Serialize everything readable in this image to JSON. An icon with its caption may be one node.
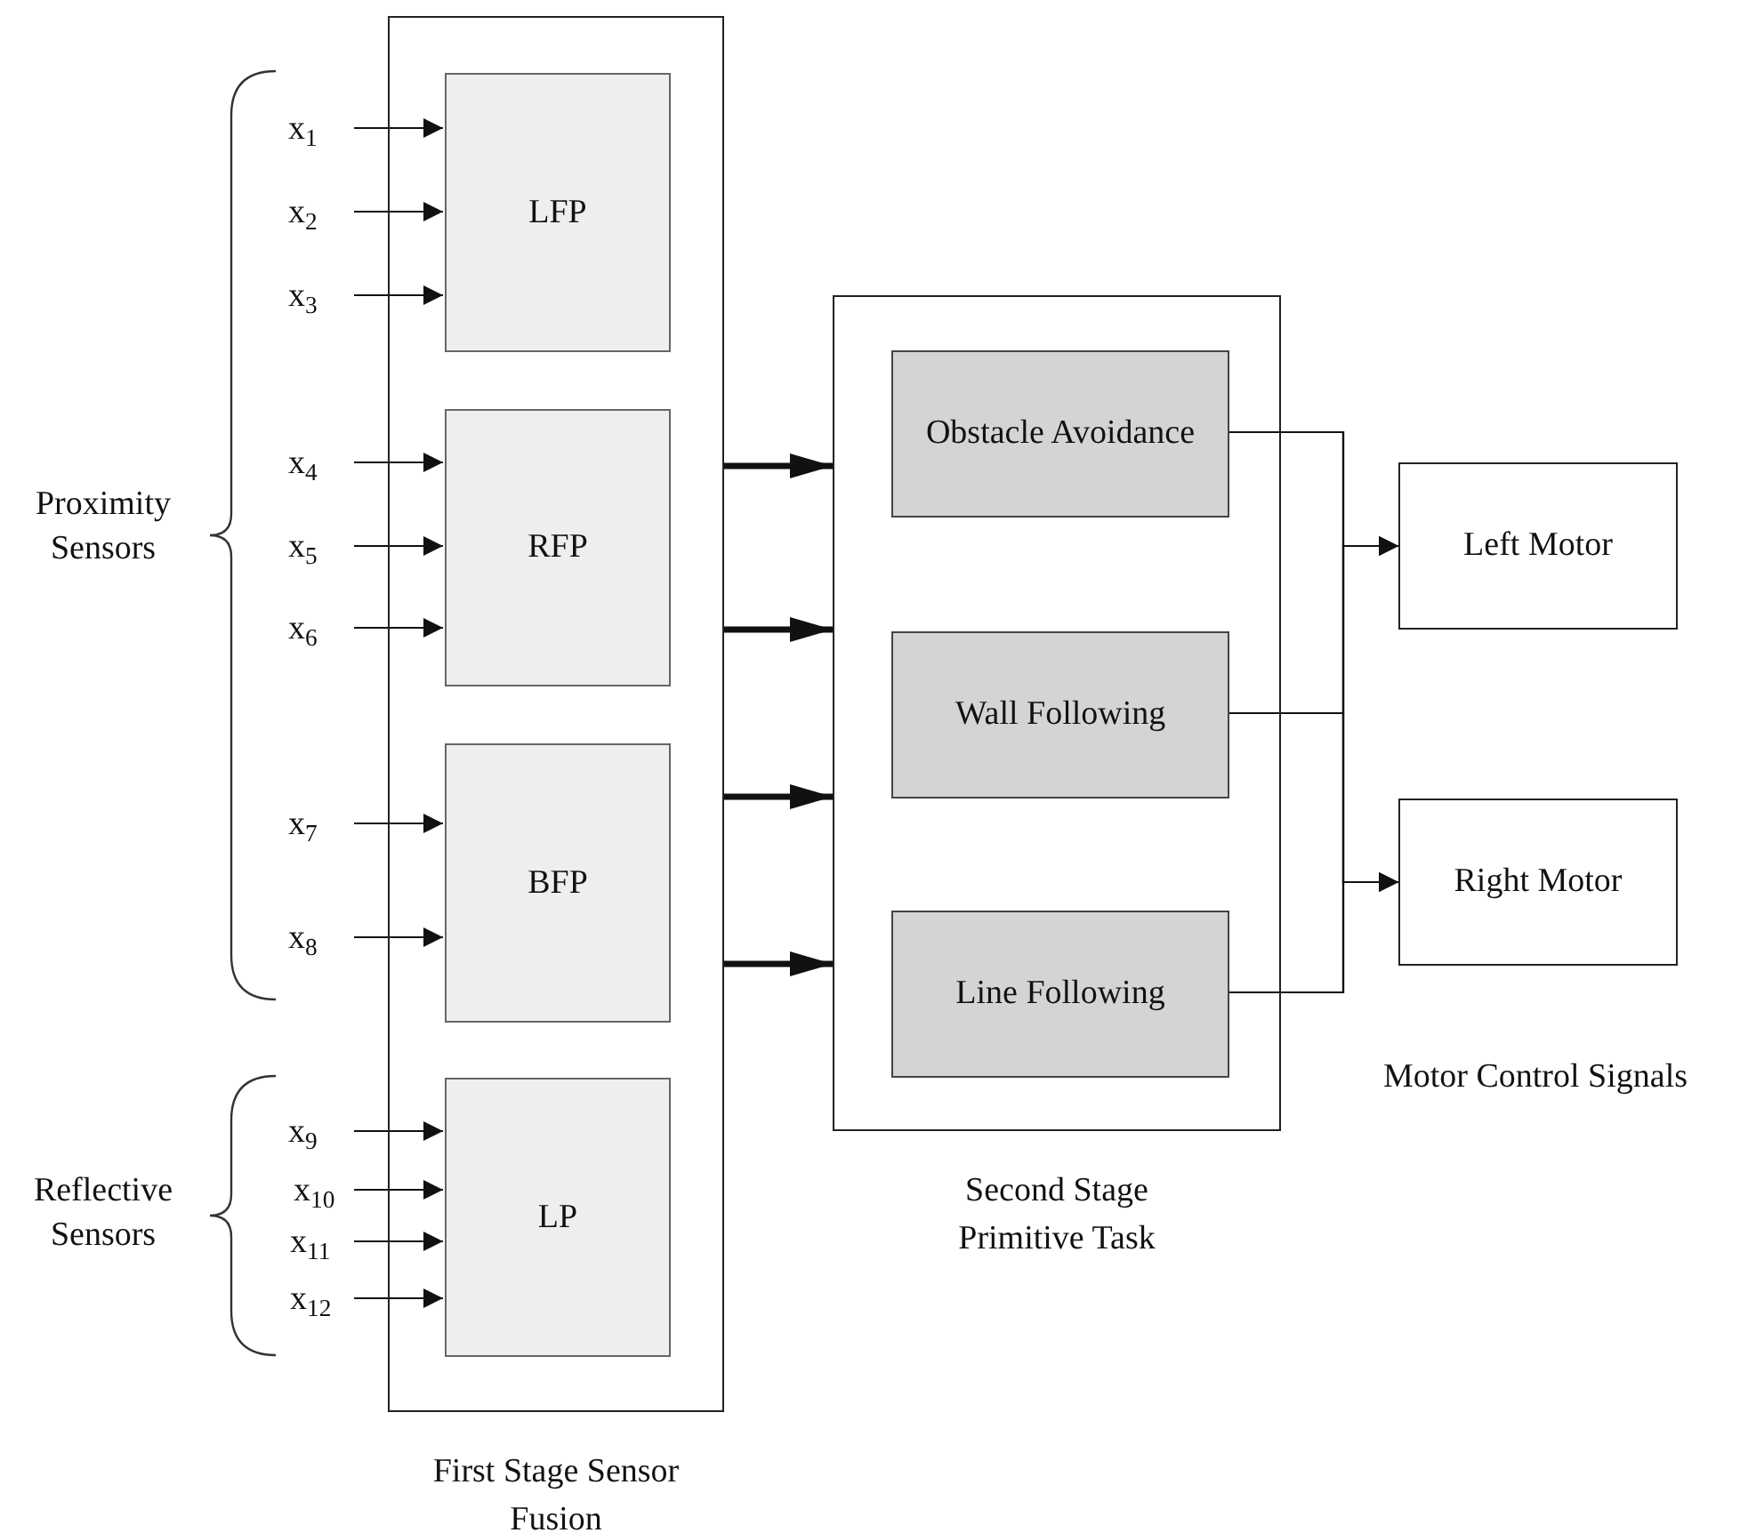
{
  "diagram": {
    "nodes": [
      {
        "text": [
          "First Stage Sensor Fusion"
        ]
      },
      {
        "text": [
          "LFP"
        ],
        "in": 0
      },
      {
        "text": [
          "RFP"
        ],
        "in": 0
      },
      {
        "text": [
          "BFP"
        ],
        "in": 0
      },
      {
        "text": [
          "LP"
        ],
        "in": 0
      },
      {
        "text": [
          "Second Stage Primitive Task"
        ]
      },
      {
        "text": [
          "Obstacle Avoidance"
        ],
        "in": 5
      },
      {
        "text": [
          "Wall Following"
        ],
        "in": 5
      },
      {
        "text": [
          "Line Following"
        ],
        "in": 5
      },
      {
        "text": [
          "Left Motor"
        ]
      },
      {
        "text": [
          "Right Motor"
        ]
      },
      {
        "text": [
          "x$_{1}$"
        ]
      },
      {
        "text": [
          "x$_{2}$"
        ]
      },
      {
        "text": [
          "x$_{3}$"
        ]
      },
      {
        "text": [
          "x$_{4}$"
        ]
      },
      {
        "text": [
          "x$_{5}$"
        ]
      },
      {
        "text": [
          "x$_{6}$"
        ]
      },
      {
        "text": [
          "x$_{7}$"
        ]
      },
      {
        "text": [
          "x$_{8}$"
        ]
      },
      {
        "text": [
          "x$_{9}$"
        ]
      },
      {
        "text": [
          "x$_{10}$"
        ]
      },
      {
        "text": [
          "x$_{11}$"
        ]
      },
      {
        "text": [
          "x$_{12}$"
        ]
      }
    ],
    "edges": [
      {
        "from": 11,
        "to": 1,
        "arrow": "to"
      },
      {
        "from": 12,
        "to": 1,
        "arrow": "to"
      },
      {
        "from": 13,
        "to": 1,
        "arrow": "to"
      },
      {
        "from": 14,
        "to": 2,
        "arrow": "to"
      },
      {
        "from": 15,
        "to": 2,
        "arrow": "to"
      },
      {
        "from": 16,
        "to": 2,
        "arrow": "to"
      },
      {
        "from": 17,
        "to": 3,
        "arrow": "to"
      },
      {
        "from": 18,
        "to": 3,
        "arrow": "to"
      },
      {
        "from": 19,
        "to": 4,
        "arrow": "to"
      },
      {
        "from": 20,
        "to": 4,
        "arrow": "to"
      },
      {
        "from": 21,
        "to": 4,
        "arrow": "to"
      },
      {
        "from": 22,
        "to": 4,
        "arrow": "to"
      },
      {
        "from": 0,
        "to": 5,
        "arrow": "to",
        "style": "thick"
      },
      {
        "from": 0,
        "to": 5,
        "arrow": "to",
        "style": "thick"
      },
      {
        "from": 0,
        "to": 5,
        "arrow": "to",
        "style": "thick"
      },
      {
        "from": 0,
        "to": 5,
        "arrow": "to",
        "style": "thick"
      },
      {
        "from": 6,
        "to": 9,
        "arrow": "to"
      },
      {
        "from": 6,
        "to": 10,
        "arrow": "to"
      },
      {
        "from": 7,
        "to": 9,
        "arrow": "to"
      },
      {
        "from": 7,
        "to": 10,
        "arrow": "to"
      },
      {
        "from": 8,
        "to": 9,
        "arrow": "to"
      },
      {
        "from": 8,
        "to": 10,
        "arrow": "to"
      }
    ],
    "labels": [
      "Proximity Sensors",
      "Reflective Sensors",
      "Motor Control Signals"
    ]
  }
}
